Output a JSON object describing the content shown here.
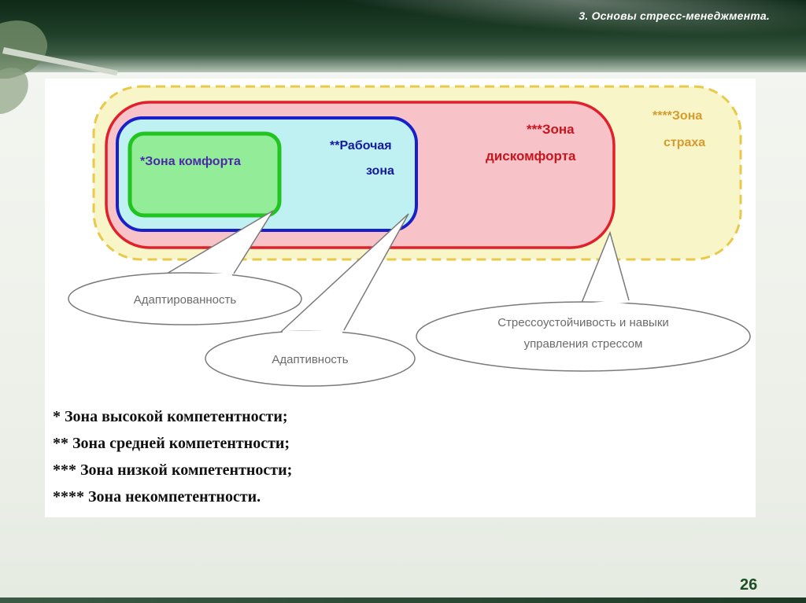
{
  "header": {
    "title": "3. Основы стресс-менеджмента."
  },
  "zones": {
    "fear": {
      "line1": "****Зона",
      "line2": "страха",
      "color": "#e8c94a"
    },
    "discomfort": {
      "line1": "***Зона",
      "line2": "дискомфорта",
      "color": "#e0202a"
    },
    "work": {
      "line1": "**Рабочая",
      "line2": "зона",
      "color": "#1a20c8"
    },
    "comfort": {
      "line1": "*Зона комфорта",
      "color": "#22c422"
    }
  },
  "callouts": {
    "adaptedness": "Адаптированность",
    "adaptivity": "Адаптивность",
    "stress_line1": "Стрессоустойчивость и навыки",
    "stress_line2": "управления стрессом"
  },
  "legend": [
    "* Зона высокой компетентности;",
    "** Зона средней компетентности;",
    "*** Зона низкой компетентности;",
    "**** Зона некомпетентности."
  ],
  "footer": {
    "page_number": "26"
  }
}
